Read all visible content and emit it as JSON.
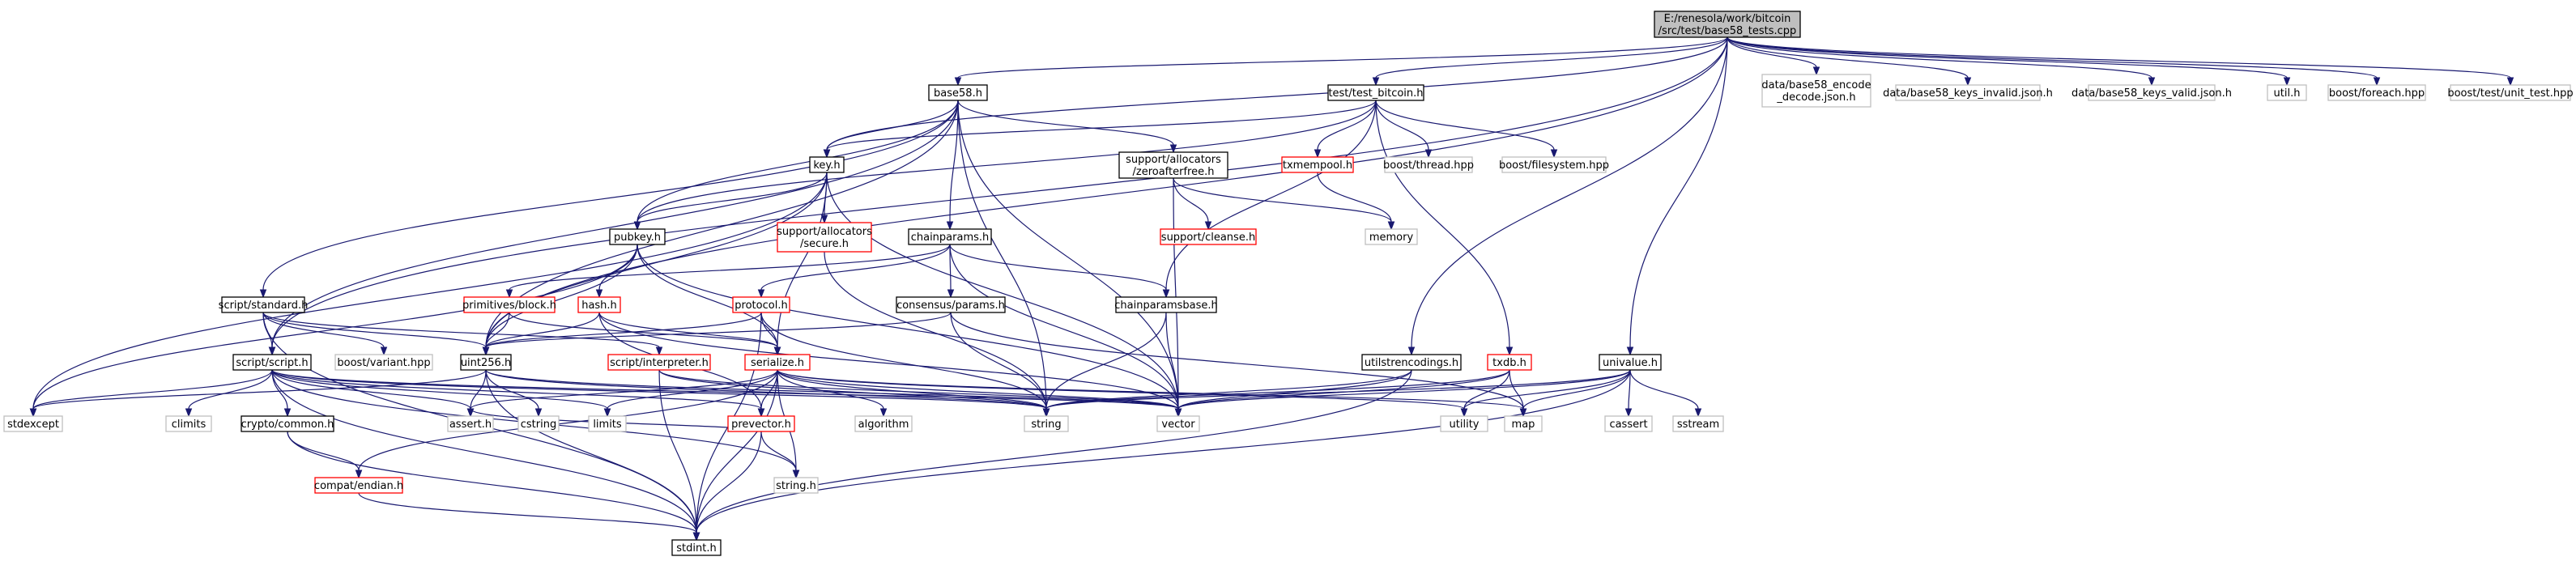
{
  "diagram": {
    "colors": {
      "edge": "#191970",
      "root_fill": "#bfbfbf",
      "root_border": "#000000",
      "doc_border": "#000000",
      "undoc_border": "#ff0000",
      "external_border": "#bfbfbf",
      "external_text": "#555555"
    },
    "nodes": [
      {
        "id": "root",
        "lines": [
          "E:/renesola/work/bitcoin",
          "/src/test/base58_tests.cpp"
        ],
        "kind": "root"
      },
      {
        "id": "base58",
        "lines": [
          "base58.h"
        ],
        "kind": "doc"
      },
      {
        "id": "test_bitcoin",
        "lines": [
          "test/test_bitcoin.h"
        ],
        "kind": "doc"
      },
      {
        "id": "d_enc",
        "lines": [
          "data/base58_encode",
          "_decode.json.h"
        ],
        "kind": "ext"
      },
      {
        "id": "d_inv",
        "lines": [
          "data/base58_keys_invalid.json.h"
        ],
        "kind": "ext"
      },
      {
        "id": "d_val",
        "lines": [
          "data/base58_keys_valid.json.h"
        ],
        "kind": "ext"
      },
      {
        "id": "util",
        "lines": [
          "util.h"
        ],
        "kind": "ext"
      },
      {
        "id": "bforeach",
        "lines": [
          "boost/foreach.hpp"
        ],
        "kind": "ext"
      },
      {
        "id": "bunit",
        "lines": [
          "boost/test/unit_test.hpp"
        ],
        "kind": "ext"
      },
      {
        "id": "key",
        "lines": [
          "key.h"
        ],
        "kind": "doc"
      },
      {
        "id": "zeroafter",
        "lines": [
          "support/allocators",
          "/zeroafterfree.h"
        ],
        "kind": "doc"
      },
      {
        "id": "txmempool",
        "lines": [
          "txmempool.h"
        ],
        "kind": "undoc"
      },
      {
        "id": "bthread",
        "lines": [
          "boost/thread.hpp"
        ],
        "kind": "ext"
      },
      {
        "id": "bfs",
        "lines": [
          "boost/filesystem.hpp"
        ],
        "kind": "ext"
      },
      {
        "id": "memory",
        "lines": [
          "memory"
        ],
        "kind": "ext"
      },
      {
        "id": "secure",
        "lines": [
          "support/allocators",
          "/secure.h"
        ],
        "kind": "undoc"
      },
      {
        "id": "cleanse",
        "lines": [
          "support/cleanse.h"
        ],
        "kind": "undoc"
      },
      {
        "id": "pubkey",
        "lines": [
          "pubkey.h"
        ],
        "kind": "doc"
      },
      {
        "id": "chainparams",
        "lines": [
          "chainparams.h"
        ],
        "kind": "doc"
      },
      {
        "id": "block",
        "lines": [
          "primitives/block.h"
        ],
        "kind": "undoc"
      },
      {
        "id": "hash",
        "lines": [
          "hash.h"
        ],
        "kind": "undoc"
      },
      {
        "id": "protocol",
        "lines": [
          "protocol.h"
        ],
        "kind": "undoc"
      },
      {
        "id": "consensus",
        "lines": [
          "consensus/params.h"
        ],
        "kind": "doc"
      },
      {
        "id": "cpbase",
        "lines": [
          "chainparamsbase.h"
        ],
        "kind": "doc"
      },
      {
        "id": "standard",
        "lines": [
          "script/standard.h"
        ],
        "kind": "doc"
      },
      {
        "id": "variant",
        "lines": [
          "boost/variant.hpp"
        ],
        "kind": "ext"
      },
      {
        "id": "interp",
        "lines": [
          "script/interpreter.h"
        ],
        "kind": "undoc"
      },
      {
        "id": "script",
        "lines": [
          "script/script.h"
        ],
        "kind": "doc"
      },
      {
        "id": "uint256",
        "lines": [
          "uint256.h"
        ],
        "kind": "doc"
      },
      {
        "id": "serialize",
        "lines": [
          "serialize.h"
        ],
        "kind": "undoc"
      },
      {
        "id": "utilstr",
        "lines": [
          "utilstrencodings.h"
        ],
        "kind": "doc"
      },
      {
        "id": "txdb",
        "lines": [
          "txdb.h"
        ],
        "kind": "undoc"
      },
      {
        "id": "univalue",
        "lines": [
          "univalue.h"
        ],
        "kind": "doc"
      },
      {
        "id": "stdexcept",
        "lines": [
          "stdexcept"
        ],
        "kind": "ext"
      },
      {
        "id": "climits",
        "lines": [
          "climits"
        ],
        "kind": "ext"
      },
      {
        "id": "common",
        "lines": [
          "crypto/common.h"
        ],
        "kind": "doc"
      },
      {
        "id": "asserth",
        "lines": [
          "assert.h"
        ],
        "kind": "ext"
      },
      {
        "id": "cstring",
        "lines": [
          "cstring"
        ],
        "kind": "ext"
      },
      {
        "id": "limits",
        "lines": [
          "limits"
        ],
        "kind": "ext"
      },
      {
        "id": "prevector",
        "lines": [
          "prevector.h"
        ],
        "kind": "undoc"
      },
      {
        "id": "algorithm",
        "lines": [
          "algorithm"
        ],
        "kind": "ext"
      },
      {
        "id": "string",
        "lines": [
          "string"
        ],
        "kind": "ext"
      },
      {
        "id": "vector",
        "lines": [
          "vector"
        ],
        "kind": "ext"
      },
      {
        "id": "utility",
        "lines": [
          "utility"
        ],
        "kind": "ext"
      },
      {
        "id": "map",
        "lines": [
          "map"
        ],
        "kind": "ext"
      },
      {
        "id": "cassert",
        "lines": [
          "cassert"
        ],
        "kind": "ext"
      },
      {
        "id": "sstream",
        "lines": [
          "sstream"
        ],
        "kind": "ext"
      },
      {
        "id": "endian",
        "lines": [
          "compat/endian.h"
        ],
        "kind": "undoc"
      },
      {
        "id": "stringh",
        "lines": [
          "string.h"
        ],
        "kind": "ext"
      },
      {
        "id": "stdint",
        "lines": [
          "stdint.h"
        ],
        "kind": "doc"
      }
    ],
    "edges": [
      [
        "root",
        "base58"
      ],
      [
        "root",
        "test_bitcoin"
      ],
      [
        "root",
        "d_enc"
      ],
      [
        "root",
        "d_inv"
      ],
      [
        "root",
        "d_val"
      ],
      [
        "root",
        "util"
      ],
      [
        "root",
        "bforeach"
      ],
      [
        "root",
        "bunit"
      ],
      [
        "root",
        "key"
      ],
      [
        "root",
        "script"
      ],
      [
        "root",
        "uint256"
      ],
      [
        "root",
        "utilstr"
      ],
      [
        "root",
        "univalue"
      ],
      [
        "base58",
        "key"
      ],
      [
        "base58",
        "zeroafter"
      ],
      [
        "base58",
        "chainparams"
      ],
      [
        "base58",
        "pubkey"
      ],
      [
        "base58",
        "standard"
      ],
      [
        "base58",
        "uint256"
      ],
      [
        "base58",
        "string"
      ],
      [
        "base58",
        "vector"
      ],
      [
        "base58",
        "script"
      ],
      [
        "test_bitcoin",
        "key"
      ],
      [
        "test_bitcoin",
        "txmempool"
      ],
      [
        "test_bitcoin",
        "bthread"
      ],
      [
        "test_bitcoin",
        "bfs"
      ],
      [
        "test_bitcoin",
        "txdb"
      ],
      [
        "test_bitcoin",
        "pubkey"
      ],
      [
        "test_bitcoin",
        "cpbase"
      ],
      [
        "key",
        "secure"
      ],
      [
        "key",
        "pubkey"
      ],
      [
        "key",
        "serialize"
      ],
      [
        "key",
        "uint256"
      ],
      [
        "key",
        "stdexcept"
      ],
      [
        "key",
        "vector"
      ],
      [
        "zeroafter",
        "cleanse"
      ],
      [
        "zeroafter",
        "memory"
      ],
      [
        "zeroafter",
        "vector"
      ],
      [
        "txmempool",
        "memory"
      ],
      [
        "secure",
        "string"
      ],
      [
        "pubkey",
        "hash"
      ],
      [
        "pubkey",
        "serialize"
      ],
      [
        "pubkey",
        "uint256"
      ],
      [
        "pubkey",
        "stdexcept"
      ],
      [
        "pubkey",
        "vector"
      ],
      [
        "chainparams",
        "block"
      ],
      [
        "chainparams",
        "protocol"
      ],
      [
        "chainparams",
        "consensus"
      ],
      [
        "chainparams",
        "cpbase"
      ],
      [
        "chainparams",
        "vector"
      ],
      [
        "block",
        "uint256"
      ],
      [
        "block",
        "serialize"
      ],
      [
        "hash",
        "uint256"
      ],
      [
        "hash",
        "serialize"
      ],
      [
        "hash",
        "prevector"
      ],
      [
        "hash",
        "vector"
      ],
      [
        "protocol",
        "serialize"
      ],
      [
        "protocol",
        "uint256"
      ],
      [
        "protocol",
        "string"
      ],
      [
        "protocol",
        "stdint"
      ],
      [
        "consensus",
        "uint256"
      ],
      [
        "consensus",
        "map"
      ],
      [
        "consensus",
        "string"
      ],
      [
        "cpbase",
        "string"
      ],
      [
        "cpbase",
        "vector"
      ],
      [
        "standard",
        "script"
      ],
      [
        "standard",
        "interp"
      ],
      [
        "standard",
        "uint256"
      ],
      [
        "standard",
        "variant"
      ],
      [
        "standard",
        "stdint"
      ],
      [
        "interp",
        "stdint"
      ],
      [
        "interp",
        "string"
      ],
      [
        "interp",
        "vector"
      ],
      [
        "script",
        "common"
      ],
      [
        "script",
        "prevector"
      ],
      [
        "script",
        "climits"
      ],
      [
        "script",
        "stdexcept"
      ],
      [
        "script",
        "asserth"
      ],
      [
        "script",
        "stdint"
      ],
      [
        "script",
        "string"
      ],
      [
        "script",
        "vector"
      ],
      [
        "script",
        "limits"
      ],
      [
        "script",
        "stringh"
      ],
      [
        "uint256",
        "asserth"
      ],
      [
        "uint256",
        "cstring"
      ],
      [
        "uint256",
        "stdexcept"
      ],
      [
        "uint256",
        "stdint"
      ],
      [
        "uint256",
        "string"
      ],
      [
        "uint256",
        "vector"
      ],
      [
        "serialize",
        "endian"
      ],
      [
        "serialize",
        "prevector"
      ],
      [
        "serialize",
        "algorithm"
      ],
      [
        "serialize",
        "asserth"
      ],
      [
        "serialize",
        "limits"
      ],
      [
        "serialize",
        "map"
      ],
      [
        "serialize",
        "string"
      ],
      [
        "serialize",
        "utility"
      ],
      [
        "serialize",
        "vector"
      ],
      [
        "serialize",
        "stringh"
      ],
      [
        "serialize",
        "stdint"
      ],
      [
        "utilstr",
        "stdint"
      ],
      [
        "utilstr",
        "string"
      ],
      [
        "utilstr",
        "vector"
      ],
      [
        "txdb",
        "map"
      ],
      [
        "txdb",
        "string"
      ],
      [
        "txdb",
        "utility"
      ],
      [
        "txdb",
        "vector"
      ],
      [
        "univalue",
        "stdint"
      ],
      [
        "univalue",
        "string"
      ],
      [
        "univalue",
        "vector"
      ],
      [
        "univalue",
        "map"
      ],
      [
        "univalue",
        "cassert"
      ],
      [
        "univalue",
        "sstream"
      ],
      [
        "univalue",
        "utility"
      ],
      [
        "common",
        "endian"
      ],
      [
        "common",
        "stdint"
      ],
      [
        "prevector",
        "asserth"
      ],
      [
        "prevector",
        "stringh"
      ],
      [
        "prevector",
        "stdint"
      ],
      [
        "endian",
        "stdint"
      ]
    ]
  }
}
